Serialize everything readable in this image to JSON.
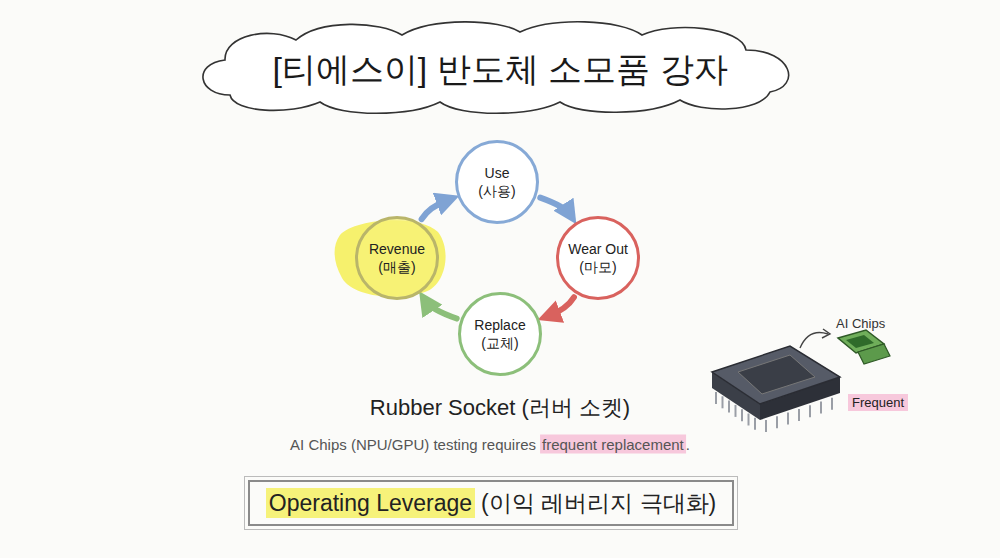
{
  "diagram": {
    "title": "[티에스이] 반도체 소모품 강자",
    "nodes": [
      {
        "text": [
          "Use",
          "(사용)"
        ]
      },
      {
        "text": [
          "Wear Out",
          "(마모)"
        ]
      },
      {
        "text": [
          "Replace",
          "(교체)"
        ]
      },
      {
        "text": [
          "Revenue",
          "(매출)"
        ]
      },
      {
        "text": [
          "Operating Leverage",
          "(이익 레버리지 극대화)"
        ]
      }
    ],
    "edges": [
      {
        "from": 0,
        "to": 1,
        "arrow": "to"
      },
      {
        "from": 1,
        "to": 2,
        "arrow": "to"
      },
      {
        "from": 2,
        "to": 3,
        "arrow": "to"
      },
      {
        "from": 3,
        "to": 0,
        "arrow": "to"
      }
    ],
    "labels": [
      "Rubber Socket (러버 소켓)",
      "AI Chips (NPU/GPU) testing requires",
      "frequent replacement",
      ".",
      "AI Chips",
      "Frequent"
    ]
  }
}
